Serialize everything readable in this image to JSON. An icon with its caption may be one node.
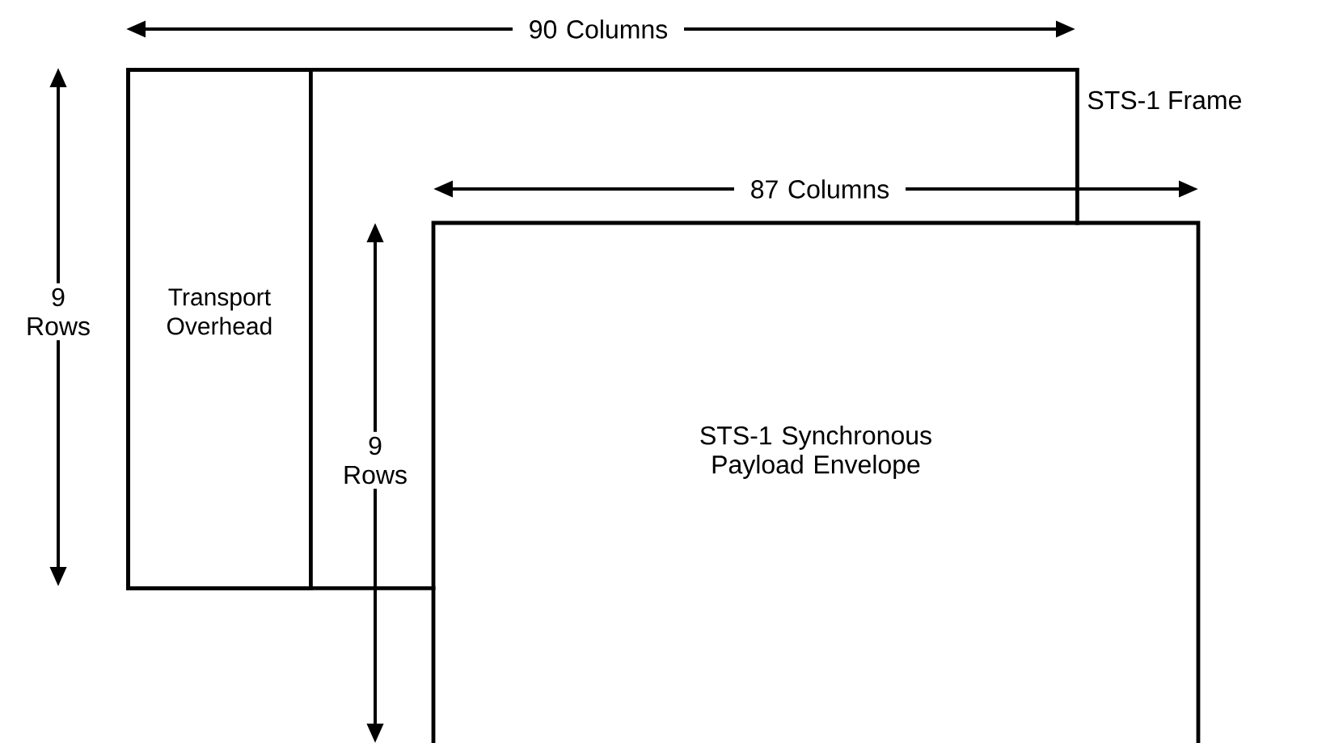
{
  "diagram": {
    "nodes": [
      {
        "text": [
          "STS-1 Frame"
        ]
      },
      {
        "text": [
          "Transport Overhead"
        ],
        "in": 0
      },
      {
        "text": [
          "STS-1 Synchronous Payload Envelope"
        ]
      }
    ],
    "labels": [
      "90 Columns",
      "87 Columns",
      "9 Rows",
      "9 Rows"
    ]
  }
}
